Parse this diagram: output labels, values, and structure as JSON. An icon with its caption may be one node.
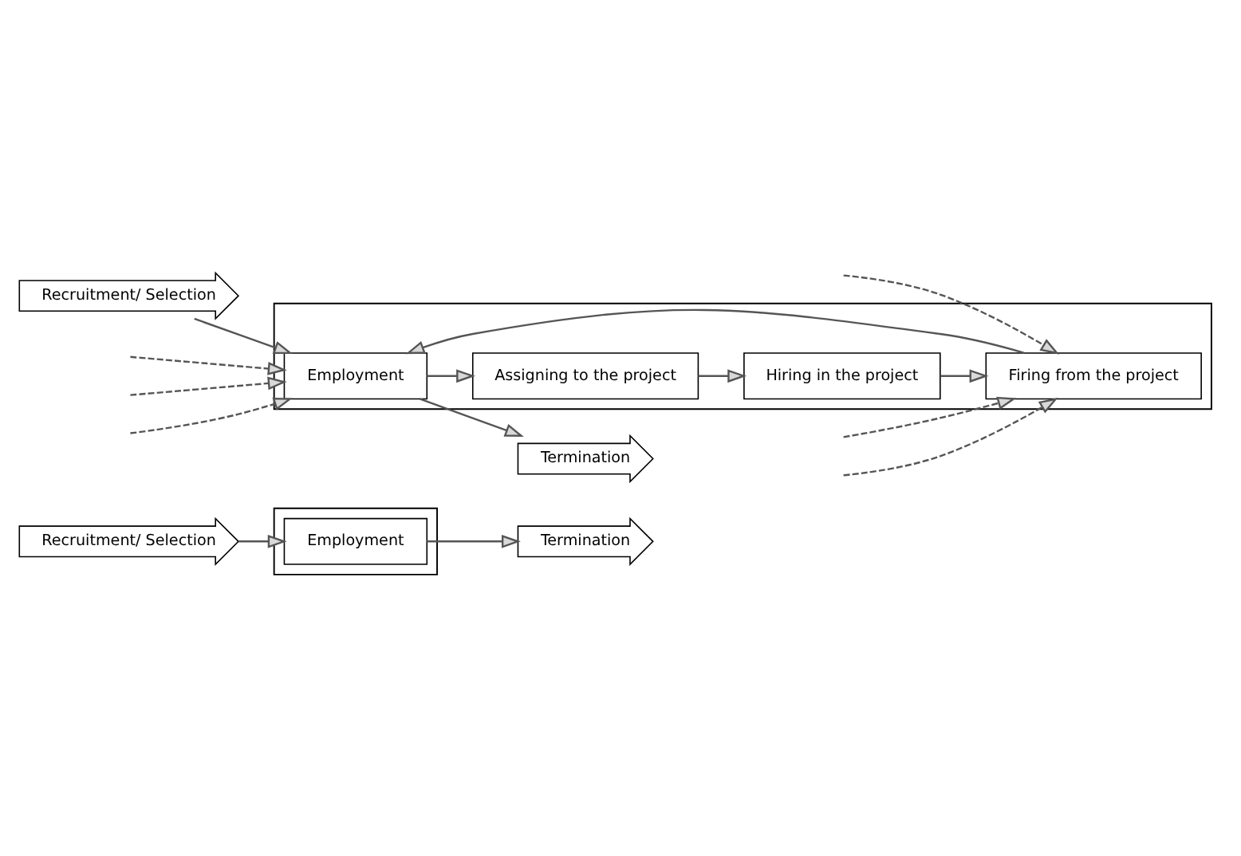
{
  "diagram": {
    "nodes": [
      {
        "text": [],
        "shape": "box"
      },
      {
        "text": [
          "Recruitment/ Selection"
        ]
      },
      {
        "text": [
          "Employment"
        ],
        "in": 0
      },
      {
        "text": [
          "Termination"
        ]
      },
      {
        "text": [],
        "shape": "box"
      },
      {
        "text": [
          "Recruitment/ Selection"
        ]
      },
      {
        "text": [
          "Employment"
        ],
        "in": 4
      },
      {
        "text": [
          "Termination"
        ]
      },
      {
        "text": [
          "Firing from the project"
        ],
        "in": 4
      },
      {
        "text": [
          "Assigning to the project"
        ],
        "in": 4
      },
      {
        "text": [
          "Hiring in the project"
        ],
        "in": 4
      }
    ],
    "edges": [
      {
        "from": 1,
        "to": 2,
        "arrow": "to"
      },
      {
        "from": 2,
        "to": 3,
        "arrow": "to"
      },
      {
        "from": 5,
        "to": 6,
        "arrow": "to"
      },
      {
        "from": 6,
        "to": 7,
        "arrow": "to"
      },
      {
        "from": 6,
        "to": 9,
        "arrow": "to"
      },
      {
        "from": 9,
        "to": 10,
        "arrow": "to"
      },
      {
        "from": 10,
        "to": 8,
        "arrow": "to"
      },
      {
        "from": 8,
        "to": 6,
        "arrow": "to"
      },
      {
        "from": null,
        "to": 6,
        "arrow": "to",
        "style": "dashed"
      },
      {
        "from": null,
        "to": 6,
        "arrow": "to",
        "style": "dashed"
      },
      {
        "from": null,
        "to": 6,
        "arrow": "to",
        "style": "dashed"
      },
      {
        "from": null,
        "to": 8,
        "arrow": "to",
        "style": "dashed"
      },
      {
        "from": null,
        "to": 8,
        "arrow": "to",
        "style": "dashed"
      },
      {
        "from": null,
        "to": 8,
        "arrow": "to",
        "style": "dashed"
      }
    ]
  }
}
